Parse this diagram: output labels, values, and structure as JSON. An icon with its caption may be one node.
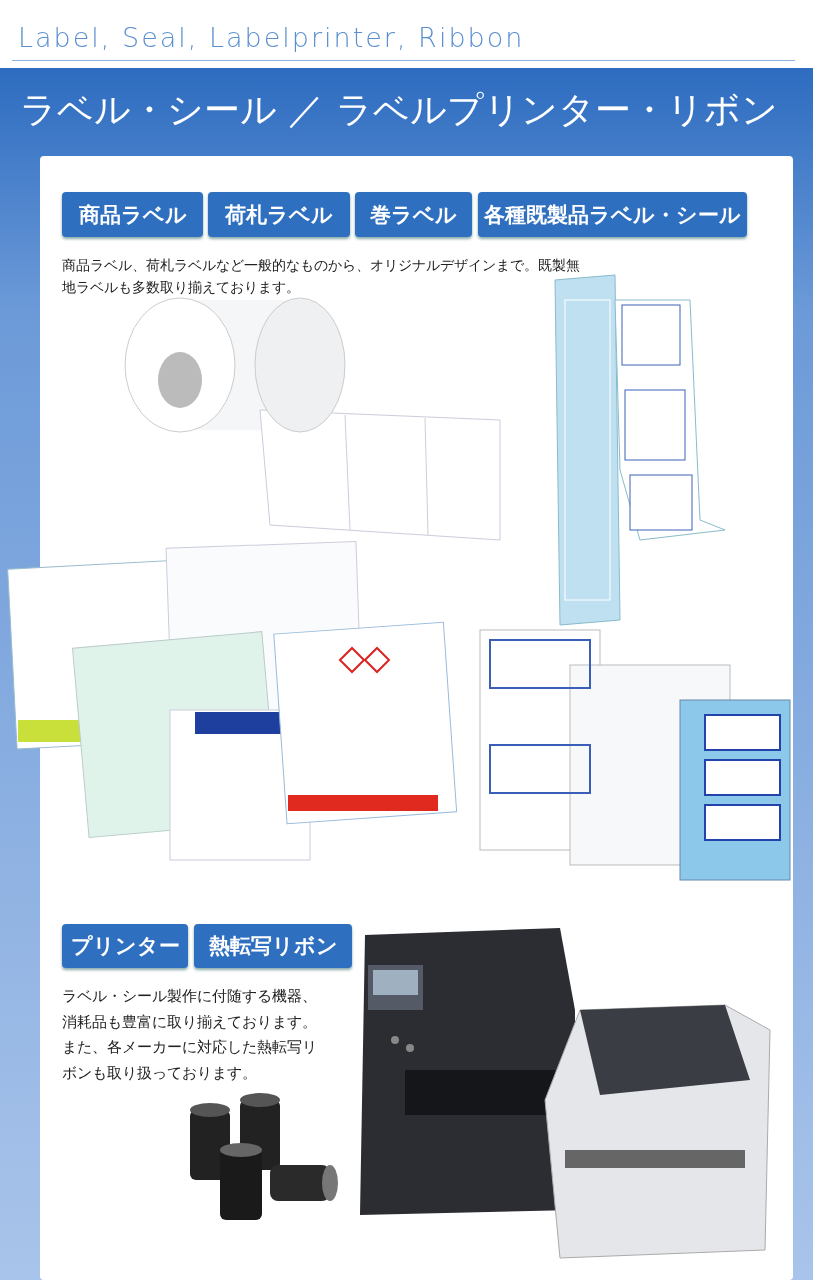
{
  "diagram": {
    "title": "ラベル・シール ／ ラベルプリンター・リボン",
    "nodes": [
      {
        "text": [
          "商品ラベル"
        ]
      },
      {
        "text": [
          "荷札ラベル"
        ]
      },
      {
        "text": [
          "巻ラベル"
        ]
      },
      {
        "text": [
          "各種既製品ラベル・シール"
        ]
      },
      {
        "text": [
          "プリンター"
        ]
      },
      {
        "text": [
          "熱転写リボン"
        ]
      }
    ],
    "edges": [],
    "labels": [
      "Label, Seal, Labelprinter, Ribbon",
      "商品ラベル、荷札ラベルなど一般的なものから、オリジナルデザインまで。既製無地ラベルも多数取り揃えております。",
      "ラベル・シール製作に付随する機器、消耗品も豊富に取り揃えております。また、各メーカーに対応した熱転写リボンも取り扱っております。"
    ]
  }
}
